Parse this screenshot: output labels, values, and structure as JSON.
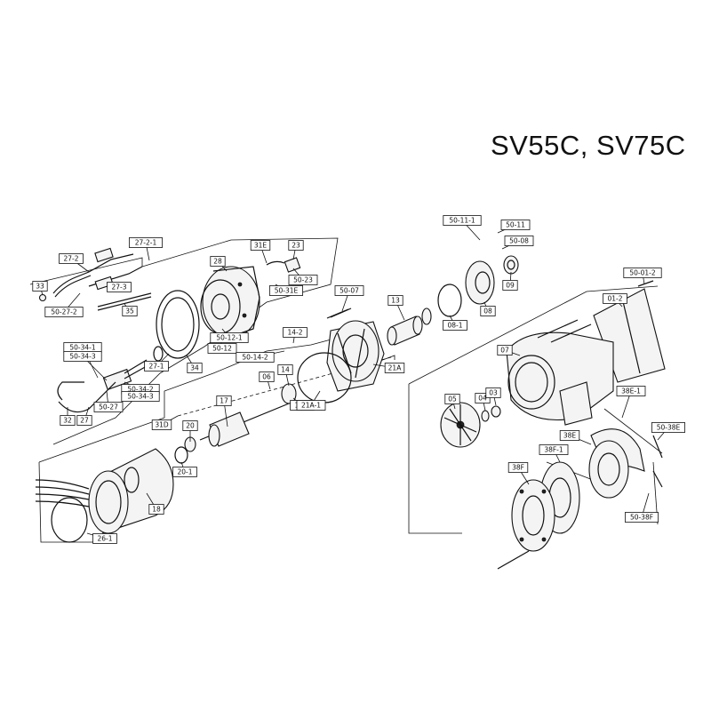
{
  "title": "SV55C, SV75C",
  "labels": [
    "27-2-1",
    "27-2",
    "33",
    "27-3",
    "50-27-2",
    "35",
    "28",
    "31E",
    "23",
    "50-23",
    "50-31E",
    "50-12-1",
    "50-12",
    "27-1",
    "34",
    "50-34-1",
    "50-34-3",
    "50-34-2",
    "50-34-3",
    "32",
    "27",
    "50-27",
    "31D",
    "20",
    "20-1",
    "17",
    "06",
    "14",
    "14-1",
    "14-2",
    "50-14-2",
    "21A-1",
    "21A",
    "50-07",
    "13",
    "08-1",
    "50-11-1",
    "50-11",
    "50-08",
    "09",
    "08",
    "18",
    "26-1",
    "50-01-2",
    "01-2",
    "07",
    "05",
    "04",
    "03",
    "38E-1",
    "38E",
    "50-38E",
    "38F-1",
    "38F",
    "50-38F"
  ]
}
